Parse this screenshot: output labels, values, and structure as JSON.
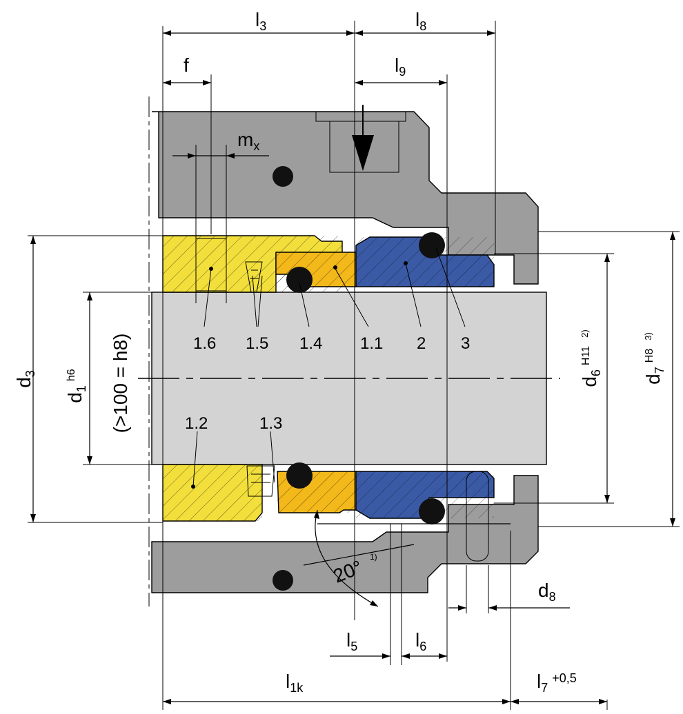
{
  "labels": {
    "l3": "l",
    "l3_sub": "3",
    "l8": "l",
    "l8_sub": "8",
    "l9": "l",
    "l9_sub": "9",
    "f": "f",
    "mx": "m",
    "mx_sub": "x",
    "d3": "d",
    "d3_sub": "3",
    "d1": "d",
    "d1_sub": "1",
    "d1_tol": "h6",
    "d1_note": "(>100 = h8)",
    "d6": "d",
    "d6_sub": "6",
    "d6_tol": "H11",
    "d6_note": "2)",
    "d7": "d",
    "d7_sub": "7",
    "d7_tol": "H8",
    "d7_note": "3)",
    "d8": "d",
    "d8_sub": "8",
    "l5": "l",
    "l5_sub": "5",
    "l6": "l",
    "l6_sub": "6",
    "l1k": "l",
    "l1k_sub": "1k",
    "l7": "l",
    "l7_sub": "7",
    "l7_tol": "+0,5",
    "angle": "20°",
    "angle_note": "1)"
  },
  "parts": {
    "p16": "1.6",
    "p15": "1.5",
    "p14": "1.4",
    "p11": "1.1",
    "p2": "2",
    "p3": "3",
    "p12": "1.2",
    "p13": "1.3"
  },
  "colors": {
    "housing": "#9d9d9d",
    "shaft": "#d3d3d3",
    "yellow": "#f2df3c",
    "orange": "#f3b81a",
    "blue": "#3b5aa6",
    "oring": "#111111"
  }
}
